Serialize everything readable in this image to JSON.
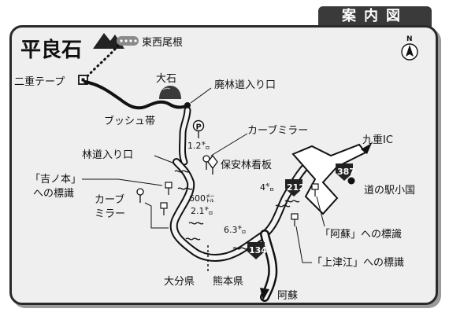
{
  "header": {
    "tab_label": "案内図"
  },
  "map": {
    "title": "平良石",
    "compass_label": "N",
    "places": {
      "higashi_seone": "東西尾根",
      "nijuu_tape": "二重テープ",
      "oishi": "大石",
      "hairindou_iriguchi": "廃林道入り口",
      "bush_zone": "ブッシュ帯",
      "curve_mirror_1": "カーブミラー",
      "rindou_iriguchi": "林道入り口",
      "hoanrin_sign": "保安林看板",
      "yoshinomoto_sign_1": "「吉ノ本」",
      "yoshinomoto_sign_2": "への標識",
      "curve_mirror_2a": "カーブ",
      "curve_mirror_2b": "ミラー",
      "kokonoe_ic": "九重IC",
      "michi_no_eki": "道の駅小国",
      "aso_sign": "「阿蘇」への標識",
      "kamitsue_sign": "「上津江」への標識",
      "oita_pref": "大分県",
      "kumamoto_pref": "熊本県",
      "aso": "阿蘇"
    },
    "distances": {
      "d1": "1.2㌔",
      "d2": "600㍍",
      "d3": "2.1㌔",
      "d4": "4㌔",
      "d5": "6.3㌔"
    },
    "route_numbers": {
      "r212": "212",
      "r387": "387",
      "r134": "134"
    },
    "parking_symbol": "P"
  }
}
